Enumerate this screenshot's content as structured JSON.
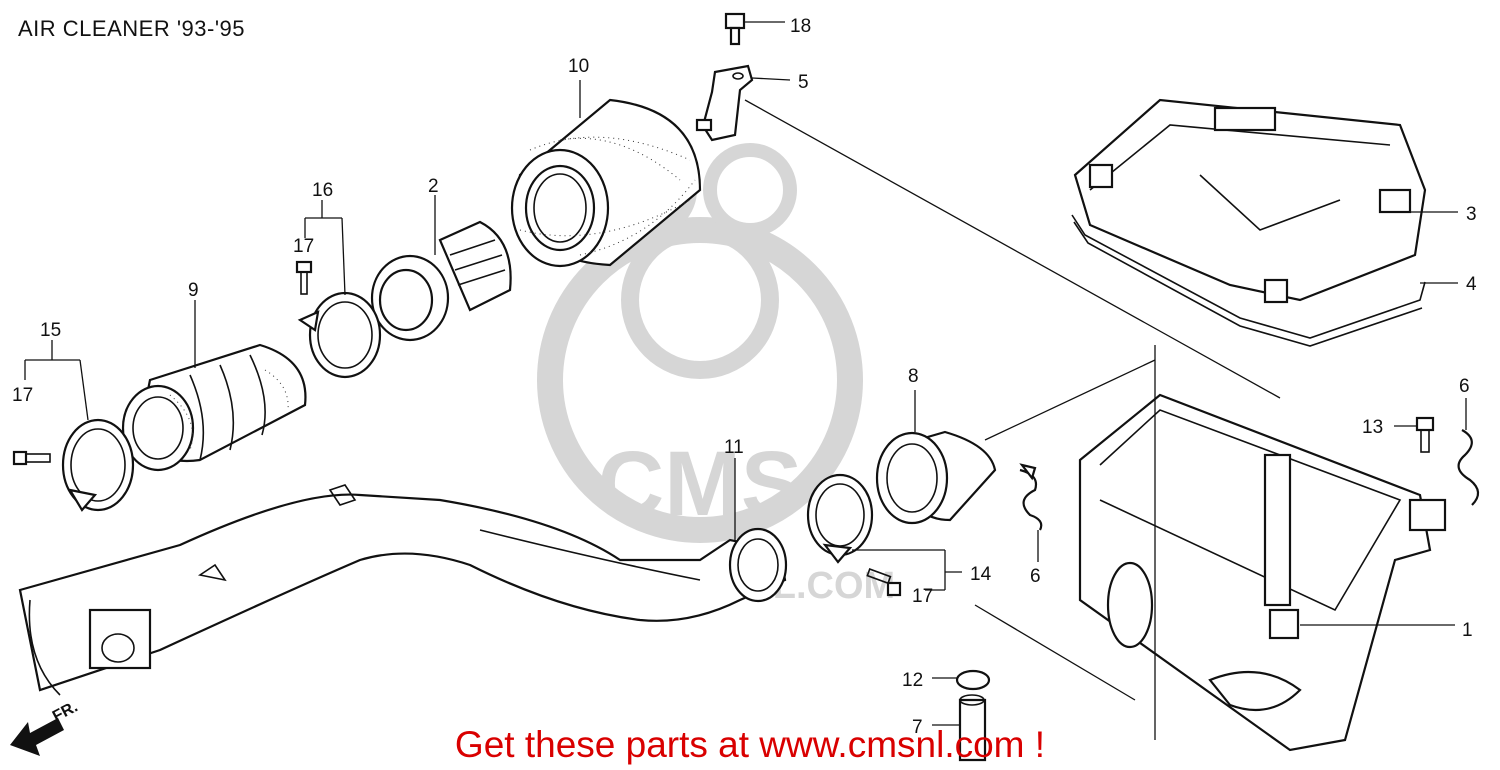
{
  "title": "AIR CLEANER '93-'95",
  "footer": "Get these parts at www.cmsnl.com !",
  "direction_label": "FR.",
  "watermark": {
    "text": "CMS",
    "subtext": "WWW.CMSNL.COM"
  },
  "callouts": [
    {
      "id": "1",
      "label": "1"
    },
    {
      "id": "2",
      "label": "2"
    },
    {
      "id": "3",
      "label": "3"
    },
    {
      "id": "4",
      "label": "4"
    },
    {
      "id": "5",
      "label": "5"
    },
    {
      "id": "6a",
      "label": "6"
    },
    {
      "id": "6b",
      "label": "6"
    },
    {
      "id": "7",
      "label": "7"
    },
    {
      "id": "8",
      "label": "8"
    },
    {
      "id": "9",
      "label": "9"
    },
    {
      "id": "10",
      "label": "10"
    },
    {
      "id": "11",
      "label": "11"
    },
    {
      "id": "12",
      "label": "12"
    },
    {
      "id": "13",
      "label": "13"
    },
    {
      "id": "14",
      "label": "14"
    },
    {
      "id": "15",
      "label": "15"
    },
    {
      "id": "16",
      "label": "16"
    },
    {
      "id": "17a",
      "label": "17"
    },
    {
      "id": "17b",
      "label": "17"
    },
    {
      "id": "17c",
      "label": "17"
    },
    {
      "id": "18",
      "label": "18"
    }
  ],
  "colors": {
    "line": "#111111",
    "footer": "#d90000",
    "watermark": "#cfcfcf",
    "background": "#ffffff"
  }
}
